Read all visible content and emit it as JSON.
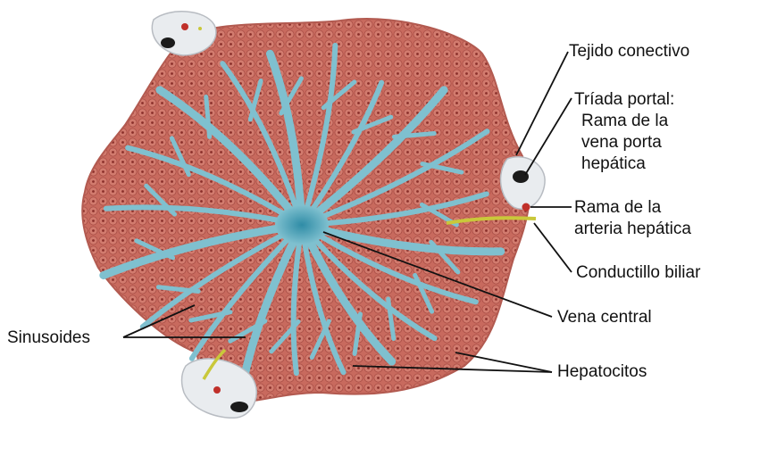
{
  "labels": {
    "tejido_conectivo": "Tejido conectivo",
    "triada_portal": "Tríada portal:",
    "rama_vena_porta_1": "Rama de la",
    "rama_vena_porta_2": "vena porta",
    "rama_vena_porta_3": "hepática",
    "rama_arteria_1": "Rama de la",
    "rama_arteria_2": "arteria hepática",
    "conductillo": "Conductillo biliar",
    "vena_central": "Vena central",
    "sinusoides": "Sinusoides",
    "hepatocitos": "Hepatocitos"
  },
  "colors": {
    "hepatocyte": "#c86a5e",
    "hepatocyte_dark": "#a84c44",
    "nucleus": "#8a2f2a",
    "sinusoid": "#7fc0cf",
    "central_vein": "#4aa4bc",
    "connective": "#e9ecef",
    "bile_duct": "#c9c83a",
    "portal_vein": "#1b1b1b",
    "artery": "#c0302a"
  }
}
